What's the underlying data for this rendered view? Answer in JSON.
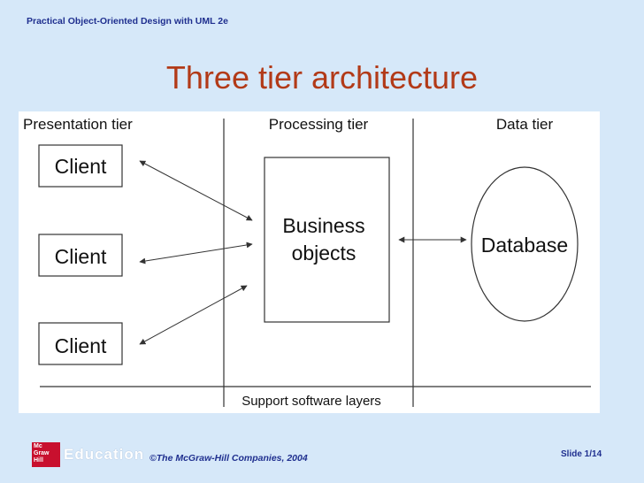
{
  "header": {
    "course_title": "Practical Object-Oriented Design with UML 2e"
  },
  "slide": {
    "title": "Three tier architecture"
  },
  "diagram": {
    "tiers": [
      "Presentation tier",
      "Processing tier",
      "Data tier"
    ],
    "clients": [
      "Client",
      "Client",
      "Client"
    ],
    "business_objects": [
      "Business",
      "objects"
    ],
    "database": "Database",
    "support": "Support software layers"
  },
  "footer": {
    "logo_parts": [
      "Mc",
      "Graw",
      "Hill"
    ],
    "logo_education": "Education",
    "copyright": "©The McGraw-Hill Companies, 2004",
    "slide_label": "Slide 1/",
    "slide_total": "14"
  }
}
